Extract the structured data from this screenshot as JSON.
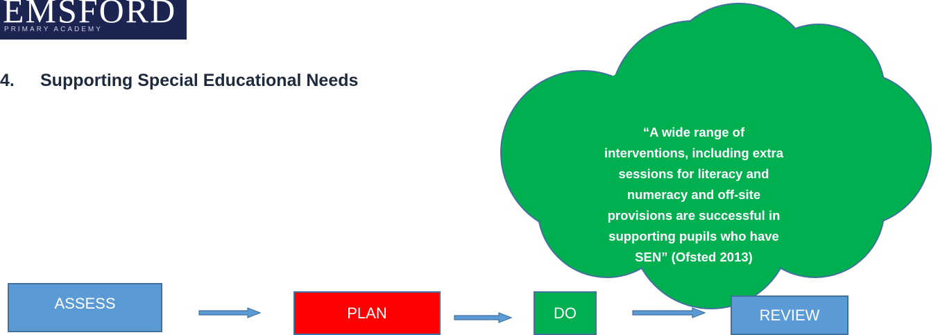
{
  "logo": {
    "name": "EMSFORD",
    "subtitle": "PRIMARY ACADEMY"
  },
  "heading": {
    "number": "4.",
    "title": "Supporting Special Educational Needs"
  },
  "cloud": {
    "color": "#00b050",
    "lines": [
      "“A wide range of",
      "interventions, including extra",
      "sessions for literacy and",
      "numeracy and off-site",
      "provisions are successful in",
      "supporting pupils who have",
      "SEN” (Ofsted 2013)"
    ]
  },
  "cycle": {
    "assess": "ASSESS",
    "plan": "PLAN",
    "do": "DO",
    "review": "REVIEW"
  },
  "colors": {
    "assess": "#5b9bd5",
    "plan": "#ff0000",
    "do": "#00b050",
    "review": "#5b9bd5",
    "outline": "#41719c"
  }
}
